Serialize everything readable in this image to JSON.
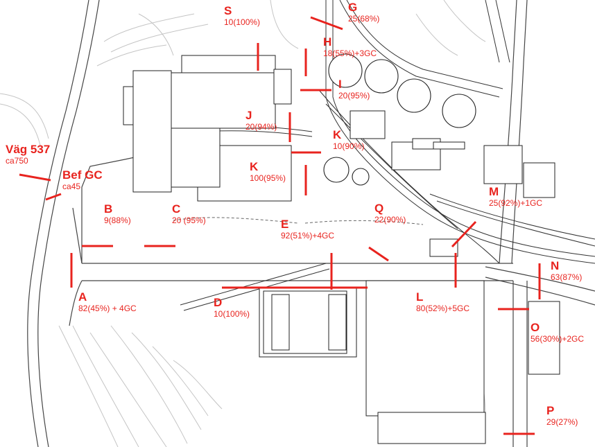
{
  "colors": {
    "marker": "#e8231e",
    "line": "#222222",
    "road": "#555555",
    "contour": "#b8b8b8"
  },
  "stations": [
    {
      "id": "A",
      "code": "A",
      "value": "82(45%) + 4GC"
    },
    {
      "id": "B",
      "code": "B",
      "value": "9(88%)"
    },
    {
      "id": "C",
      "code": "C",
      "value": "20 (95%)"
    },
    {
      "id": "D",
      "code": "D",
      "value": "10(100%)"
    },
    {
      "id": "E",
      "code": "E",
      "value": "92(51%)+4GC"
    },
    {
      "id": "G",
      "code": "G",
      "value": "25(68%)"
    },
    {
      "id": "H",
      "code": "H",
      "value": "18(55%)+3GC"
    },
    {
      "id": "I1",
      "code": "I",
      "value": "20(95%)"
    },
    {
      "id": "J",
      "code": "J",
      "value": "20(94%)"
    },
    {
      "id": "K1",
      "code": "K",
      "value": "10(90%)"
    },
    {
      "id": "K2",
      "code": "K",
      "value": "100(95%)"
    },
    {
      "id": "L",
      "code": "L",
      "value": "80(52%)+5GC"
    },
    {
      "id": "M",
      "code": "M",
      "value": "25(92%)+1GC"
    },
    {
      "id": "N",
      "code": "N",
      "value": "63(87%)"
    },
    {
      "id": "O",
      "code": "O",
      "value": "56(30%)+2GC"
    },
    {
      "id": "P",
      "code": "P",
      "value": "29(27%)"
    },
    {
      "id": "Q",
      "code": "Q",
      "value": "22(90%)"
    },
    {
      "id": "S",
      "code": "S",
      "value": "10(100%)"
    },
    {
      "id": "V",
      "code": "Väg 537",
      "value": "ca750"
    },
    {
      "id": "GC",
      "code": "Bef GC",
      "value": "ca45"
    }
  ]
}
